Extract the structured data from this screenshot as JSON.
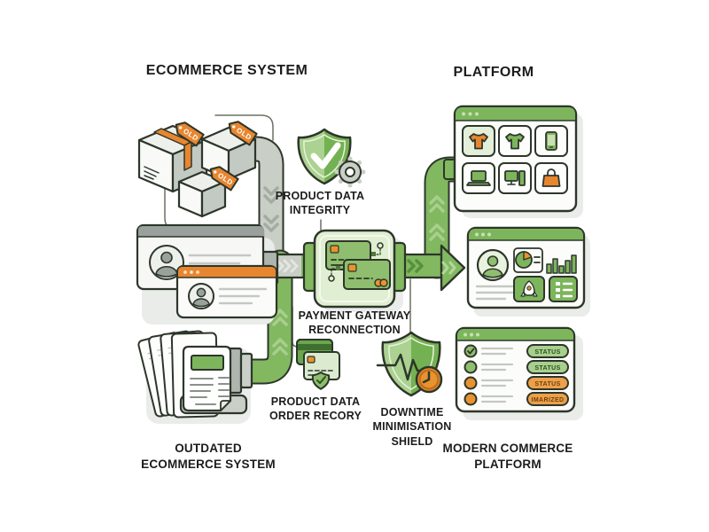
{
  "titles": {
    "left": "ECOMMERCE SYSTEM",
    "right": "PLATFORM"
  },
  "tags": {
    "old": "OLD"
  },
  "labels": {
    "integrity": "PRODUCT DATA\nINTEGRITY",
    "gateway": "PAYMENT GATEWAY\nRECONNECTION",
    "order": "PRODUCT DATA\nORDER RECORY",
    "downtime": "DOWNTIME\nMINIMISATION\nSHIELD",
    "outdated": "OUTDATED\nECOMMERCE SYSTEM",
    "modern": "MODERN COMMERCE\nPLATFORM"
  },
  "status_panel": {
    "badges": [
      "STATUS",
      "STATUS",
      "STATUS",
      "IMARIZED"
    ]
  },
  "colors": {
    "green": "#7db55c",
    "green_dark": "#4e7937",
    "green_light": "#dcead0",
    "orange": "#e8862f",
    "pipe_gray": "#c9cfc7",
    "outline": "#2d362a",
    "ink": "#1c1c1c"
  },
  "icons": {
    "old_box": "cardboard-box-3d",
    "old_tag": "price-tag",
    "shield_check": "shield-with-checkmark",
    "gear": "gear",
    "credit_cards": "credit-cards",
    "shield_pulse": "shield-with-pulse-line",
    "clock": "clock",
    "documents": "paper-stack",
    "user_cards": "profile-cards",
    "products": "t-shirt, smartphone, laptop, desktop, shopping-bag",
    "dashboard": "avatar, pie-chart, bar-chart, rocket, list"
  }
}
